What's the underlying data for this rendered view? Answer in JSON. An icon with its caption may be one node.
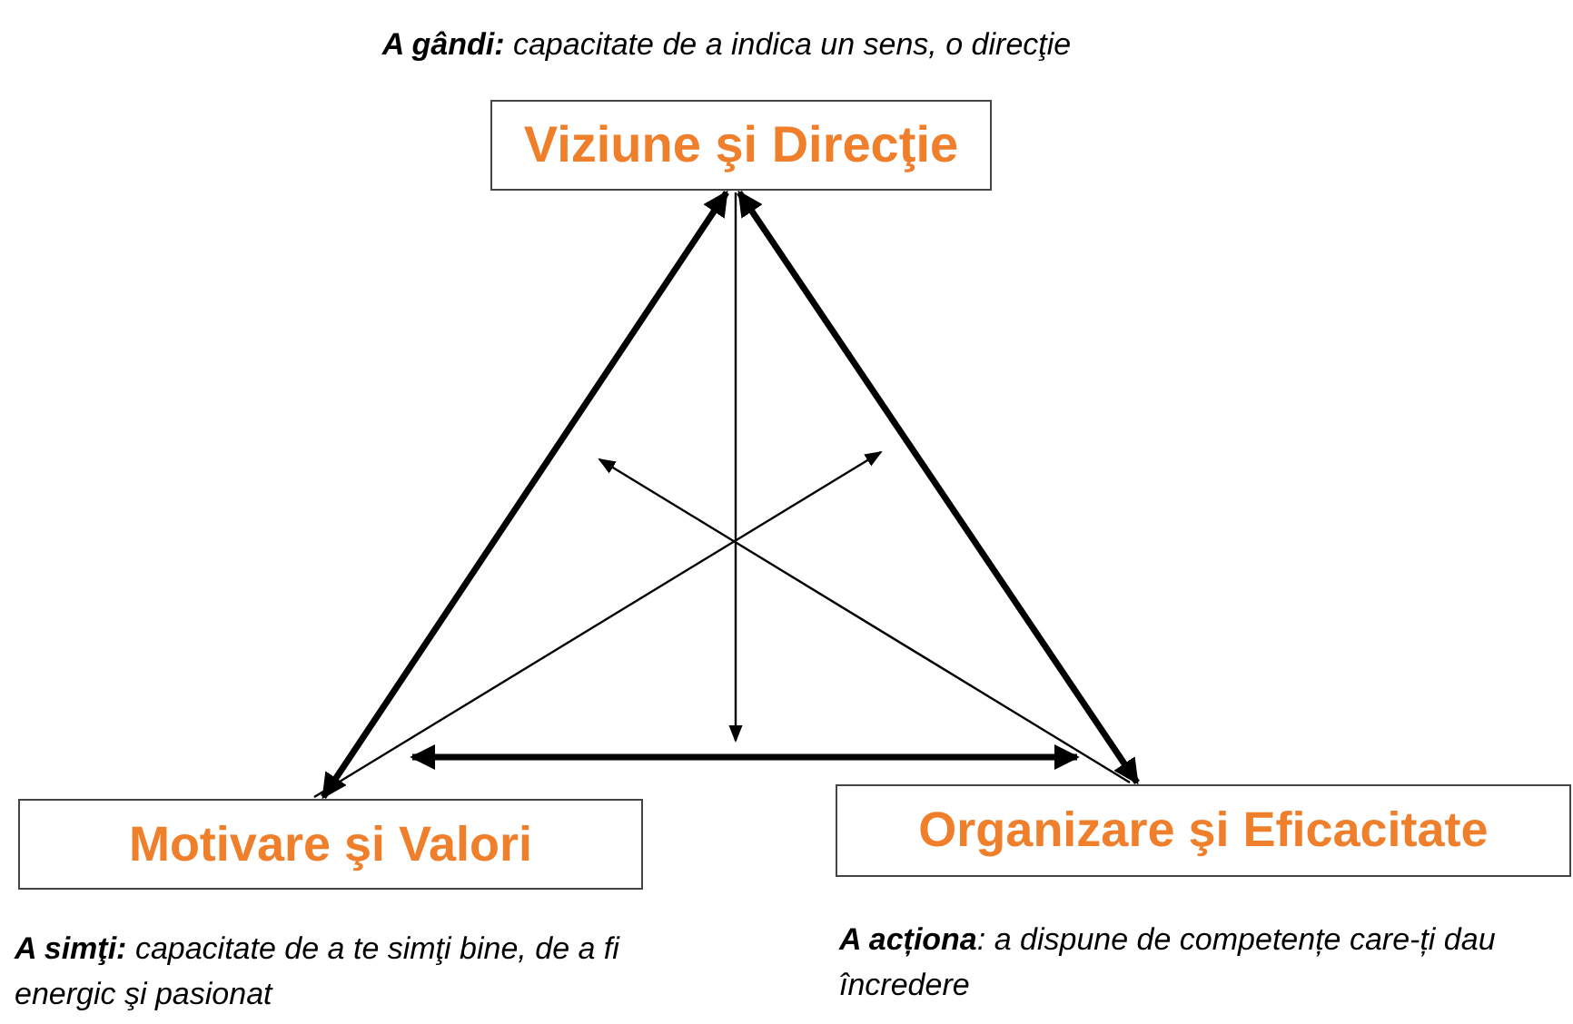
{
  "diagram": {
    "nodes": [
      {
        "text": [
          "Viziune şi Direcţie"
        ],
        "beside": [
          "**A gândi:** capacitate de a indica un sens, o direcţie"
        ]
      },
      {
        "text": [
          "Motivare şi Valori"
        ],
        "beside": [
          "**A simţi:** capacitate de a te simţi bine, de a fi energic şi pasionat"
        ]
      },
      {
        "text": [
          "Organizare şi Eficacitate"
        ],
        "beside": [
          "**A acționa**: a dispune de competențe care-ți dau încredere"
        ]
      }
    ],
    "edges": [
      {
        "from": 0,
        "to": 1,
        "arrow": "both",
        "style": "thick"
      },
      {
        "from": 0,
        "to": 2,
        "arrow": "both",
        "style": "thick"
      },
      {
        "from": 1,
        "to": 2,
        "arrow": "both",
        "style": "thick"
      },
      {
        "from": 0,
        "to": null,
        "arrow": "to"
      },
      {
        "from": 2,
        "to": null,
        "arrow": "to"
      },
      {
        "from": 1,
        "to": null,
        "arrow": "to"
      }
    ]
  }
}
